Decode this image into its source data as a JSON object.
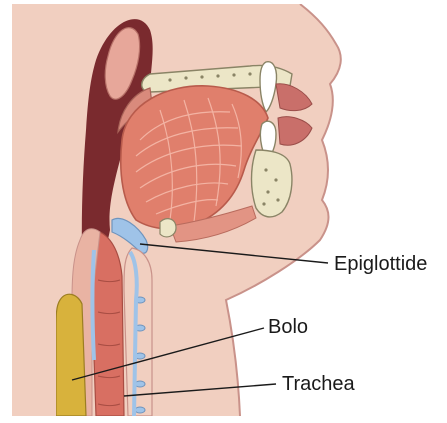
{
  "diagram": {
    "labels": {
      "epiglottis": "Epiglottide",
      "bolus": "Bolo",
      "trachea": "Trachea"
    },
    "colors": {
      "background": "#ffffff",
      "skin": "#f1cfc0",
      "skin_outline": "#c9928a",
      "cavity_dark": "#7a2a2e",
      "tongue_muscle": "#e07f6c",
      "tongue_fiber": "#f3b3a3",
      "bone": "#ece6c7",
      "bone_outline": "#8a8466",
      "mucosa_blue": "#9fc3e8",
      "esophagus": "#d86f62",
      "bolus_yellow": "#d8b23c"
    }
  }
}
